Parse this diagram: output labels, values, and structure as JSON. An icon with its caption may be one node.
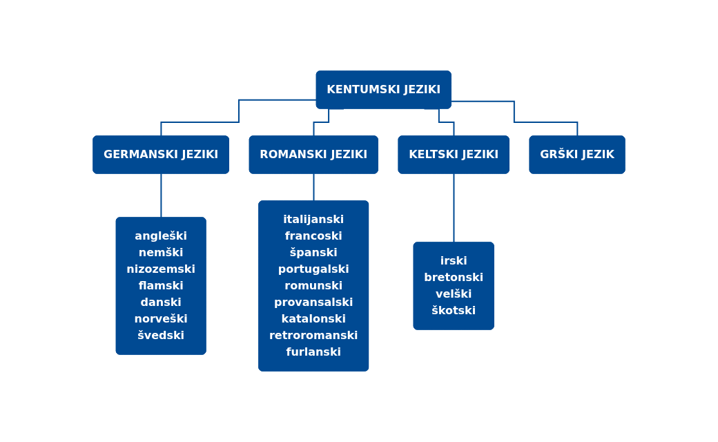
{
  "diagram": {
    "nodes": [
      {
        "text": [
          "KENTUMSKI JEZIKI"
        ]
      },
      {
        "text": [
          "GERMANSKI JEZIKI"
        ]
      },
      {
        "text": [
          "ROMANSKI JEZIKI"
        ]
      },
      {
        "text": [
          "KELTSKI JEZIKI"
        ]
      },
      {
        "text": [
          "GRŠKI JEZIK"
        ]
      },
      {
        "text": [
          "angleški",
          "nemški",
          "nizozemski",
          "flamski",
          "danski",
          "norveški",
          "švedski"
        ]
      },
      {
        "text": [
          "italijanski",
          "francoski",
          "španski",
          "portugalski",
          "romunski",
          "provansalski",
          "katalonski",
          "retroromanski",
          "furlanski"
        ]
      },
      {
        "text": [
          "irski",
          "bretonski",
          "velški",
          "škotski"
        ]
      }
    ],
    "edges": [
      {
        "from": 0,
        "to": 1,
        "arrow": "none"
      },
      {
        "from": 0,
        "to": 2,
        "arrow": "none"
      },
      {
        "from": 0,
        "to": 3,
        "arrow": "none"
      },
      {
        "from": 0,
        "to": 4,
        "arrow": "none"
      },
      {
        "from": 1,
        "to": 5,
        "arrow": "none"
      },
      {
        "from": 2,
        "to": 6,
        "arrow": "none"
      },
      {
        "from": 3,
        "to": 7,
        "arrow": "none"
      }
    ]
  }
}
